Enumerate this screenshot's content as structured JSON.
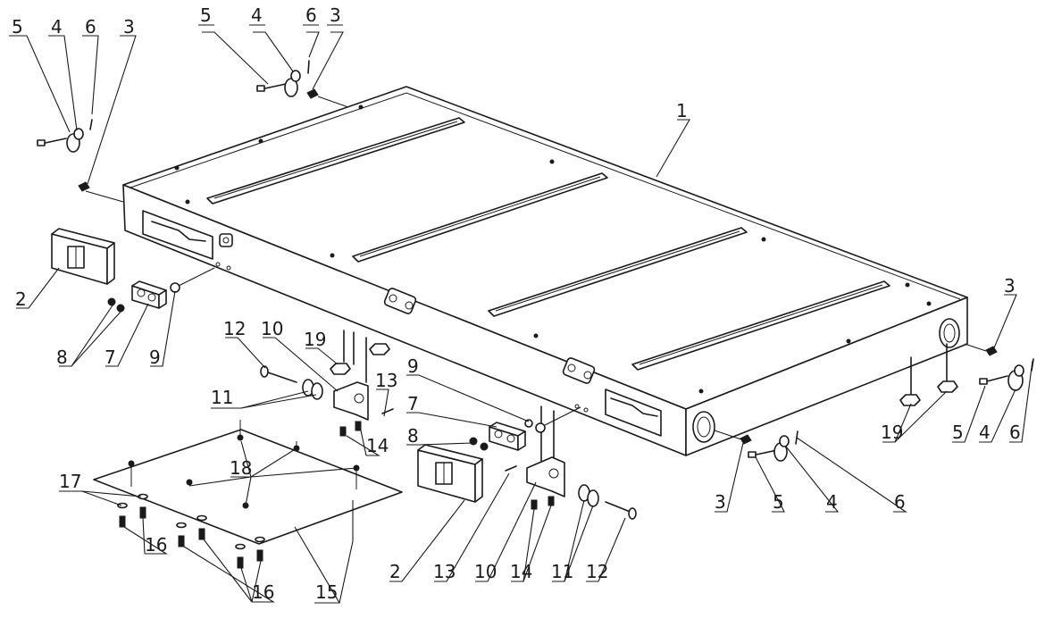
{
  "callouts": [
    {
      "text": "5"
    },
    {
      "text": "4"
    },
    {
      "text": "6"
    },
    {
      "text": "3"
    },
    {
      "text": "5"
    },
    {
      "text": "4"
    },
    {
      "text": "6"
    },
    {
      "text": "3"
    },
    {
      "text": "1"
    },
    {
      "text": "2"
    },
    {
      "text": "8"
    },
    {
      "text": "7"
    },
    {
      "text": "9"
    },
    {
      "text": "12"
    },
    {
      "text": "10"
    },
    {
      "text": "19"
    },
    {
      "text": "11"
    },
    {
      "text": "13"
    },
    {
      "text": "14"
    },
    {
      "text": "9"
    },
    {
      "text": "7"
    },
    {
      "text": "8"
    },
    {
      "text": "18"
    },
    {
      "text": "17"
    },
    {
      "text": "16"
    },
    {
      "text": "16"
    },
    {
      "text": "15"
    },
    {
      "text": "2"
    },
    {
      "text": "13"
    },
    {
      "text": "10"
    },
    {
      "text": "14"
    },
    {
      "text": "11"
    },
    {
      "text": "12"
    },
    {
      "text": "3"
    },
    {
      "text": "5"
    },
    {
      "text": "4"
    },
    {
      "text": "6"
    },
    {
      "text": "3"
    },
    {
      "text": "19"
    },
    {
      "text": "5"
    },
    {
      "text": "4"
    },
    {
      "text": "6"
    }
  ]
}
